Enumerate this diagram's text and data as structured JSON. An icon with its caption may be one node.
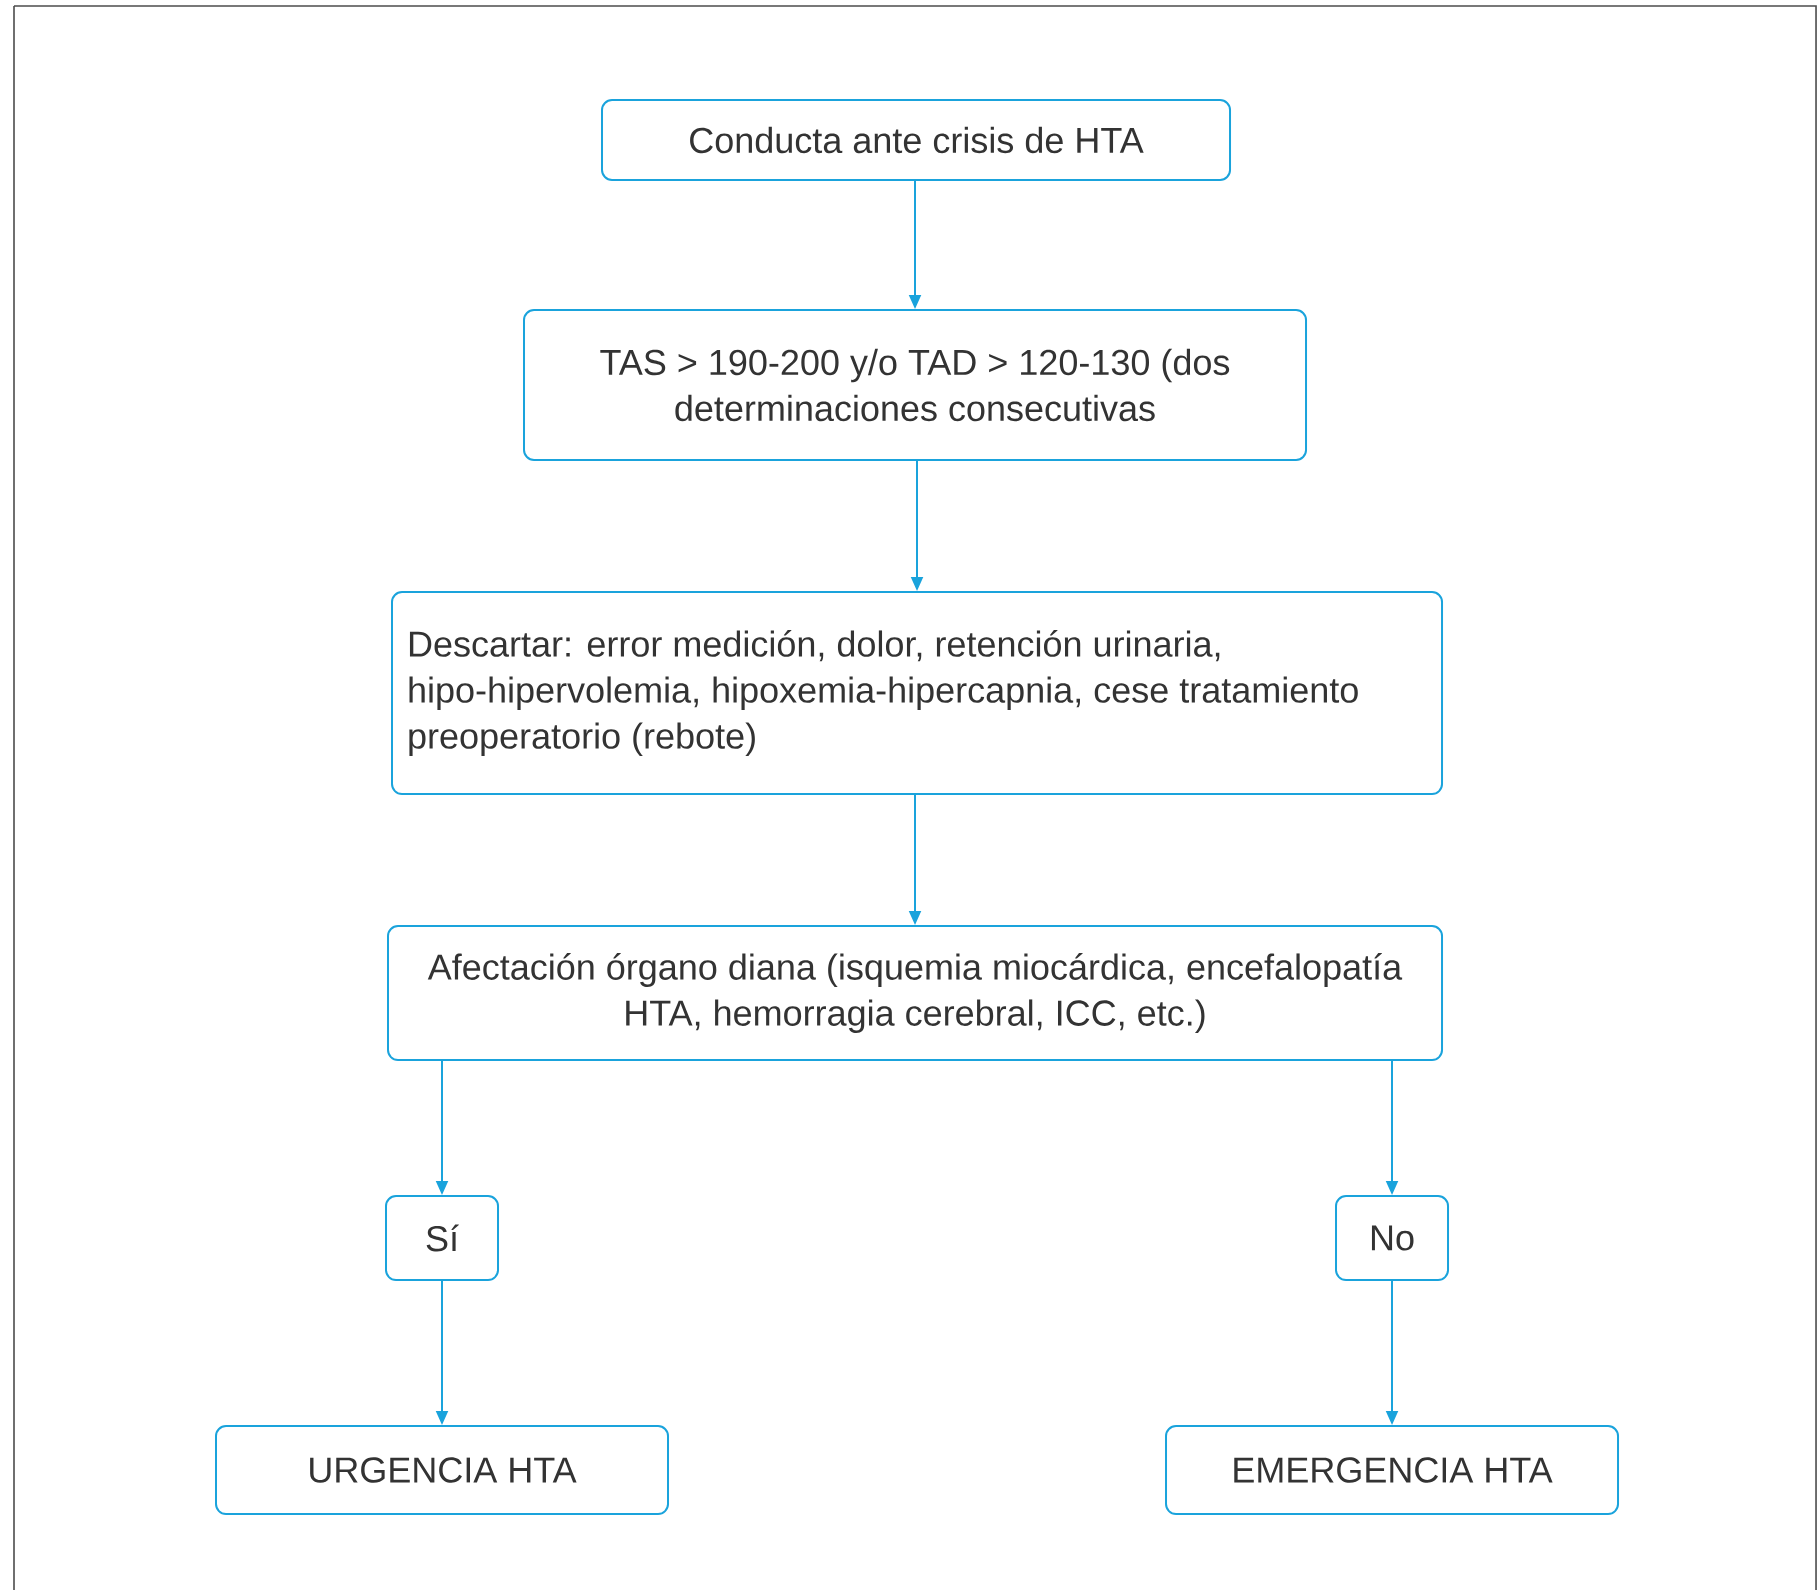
{
  "diagram": {
    "nodes": [
      {
        "text": [
          "Conducta ante crisis de HTA"
        ]
      },
      {
        "text": [
          "TAS > 190-200 y/o TAD > 120-130 (dos determinaciones consecutivas"
        ]
      },
      {
        "text": [
          "Descartar: error medición, dolor, retención urinaria, hipo-hipervolemia, hipoxemia-hipercapnia, cese tratamiento preoperatorio (rebote)"
        ]
      },
      {
        "text": [
          "Afectación órgano diana (isquemia miocárdica, encefalopatía HTA, hemorragia cerebral, ICC, etc.)"
        ]
      },
      {
        "text": [
          "Sí"
        ]
      },
      {
        "text": [
          "No"
        ]
      },
      {
        "text": [
          "URGENCIA HTA"
        ]
      },
      {
        "text": [
          "EMERGENCIA HTA"
        ]
      }
    ],
    "edges": [
      {
        "from": 0,
        "to": 1,
        "arrow": "to"
      },
      {
        "from": 1,
        "to": 2,
        "arrow": "to"
      },
      {
        "from": 2,
        "to": 3,
        "arrow": "to"
      },
      {
        "from": 3,
        "to": 4,
        "arrow": "to"
      },
      {
        "from": 3,
        "to": 5,
        "arrow": "to"
      },
      {
        "from": 4,
        "to": 6,
        "arrow": "to"
      },
      {
        "from": 5,
        "to": 7,
        "arrow": "to"
      }
    ]
  }
}
